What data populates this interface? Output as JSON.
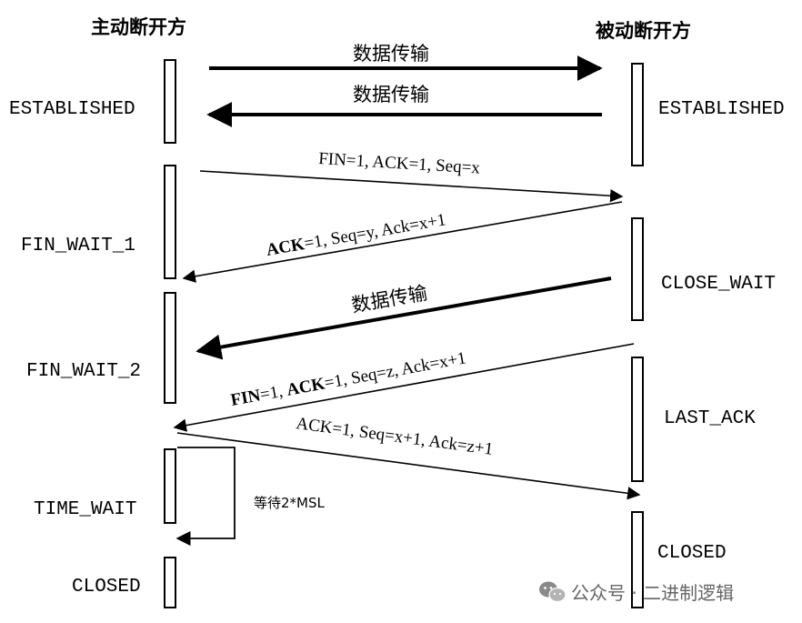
{
  "headers": {
    "active": "主动断开方",
    "passive": "被动断开方"
  },
  "active_states": [
    "ESTABLISHED",
    "FIN_WAIT_1",
    "FIN_WAIT_2",
    "TIME_WAIT",
    "CLOSED"
  ],
  "passive_states": [
    "ESTABLISHED",
    "CLOSE_WAIT",
    "LAST_ACK",
    "CLOSED"
  ],
  "messages": {
    "data1": "数据传输",
    "data2": "数据传输",
    "fin1_prefix": "FIN=1, ACK=1, Seq=x",
    "ack1_bold": "ACK",
    "ack1_rest": "=1, Seq=y, Ack=x+1",
    "data3": "数据传输",
    "fin2_bold1": "FIN",
    "fin2_mid": "=1, ",
    "fin2_bold2": "ACK",
    "fin2_rest": "=1, Seq=z, Ack=x+1",
    "ack2": "ACK=1, Seq=x+1, Ack=z+1"
  },
  "wait_label": "等待2*MSL",
  "watermark": {
    "icon": "wechat-icon",
    "text": "公众号 · 二进制逻辑"
  },
  "colors": {
    "line": "#000000",
    "watermark": "#666666"
  }
}
